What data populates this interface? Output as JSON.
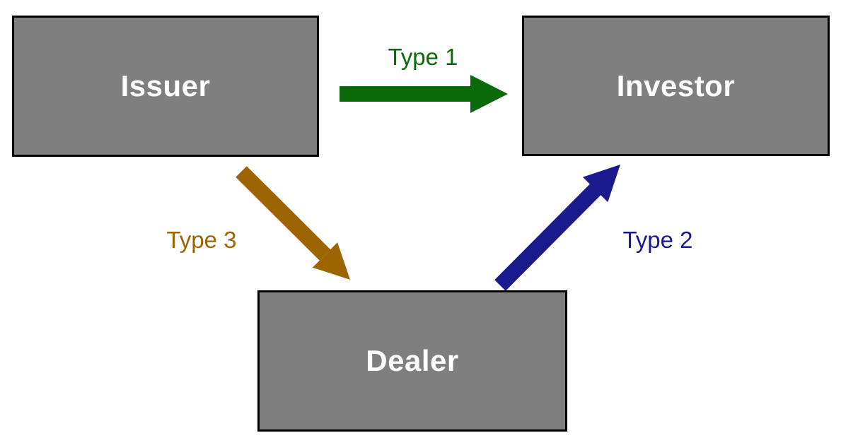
{
  "diagram": {
    "background_color": "#ffffff",
    "nodes": [
      {
        "id": "issuer",
        "label": "Issuer",
        "fill": "#7f7f7f",
        "border_color": "#000000",
        "text_color": "#ffffff"
      },
      {
        "id": "investor",
        "label": "Investor",
        "fill": "#7f7f7f",
        "border_color": "#000000",
        "text_color": "#ffffff"
      },
      {
        "id": "dealer",
        "label": "Dealer",
        "fill": "#7f7f7f",
        "border_color": "#000000",
        "text_color": "#ffffff"
      }
    ],
    "arrows": [
      {
        "id": "type1",
        "label": "Type 1",
        "color": "#0a6a0a",
        "from": "Issuer",
        "to": "Investor",
        "direction": "right"
      },
      {
        "id": "type2",
        "label": "Type 2",
        "color": "#1a1a8c",
        "from": "Dealer",
        "to": "Investor",
        "direction": "up-right"
      },
      {
        "id": "type3",
        "label": "Type 3",
        "color": "#9c6500",
        "from": "Issuer",
        "to": "Dealer",
        "direction": "down-right"
      }
    ]
  }
}
